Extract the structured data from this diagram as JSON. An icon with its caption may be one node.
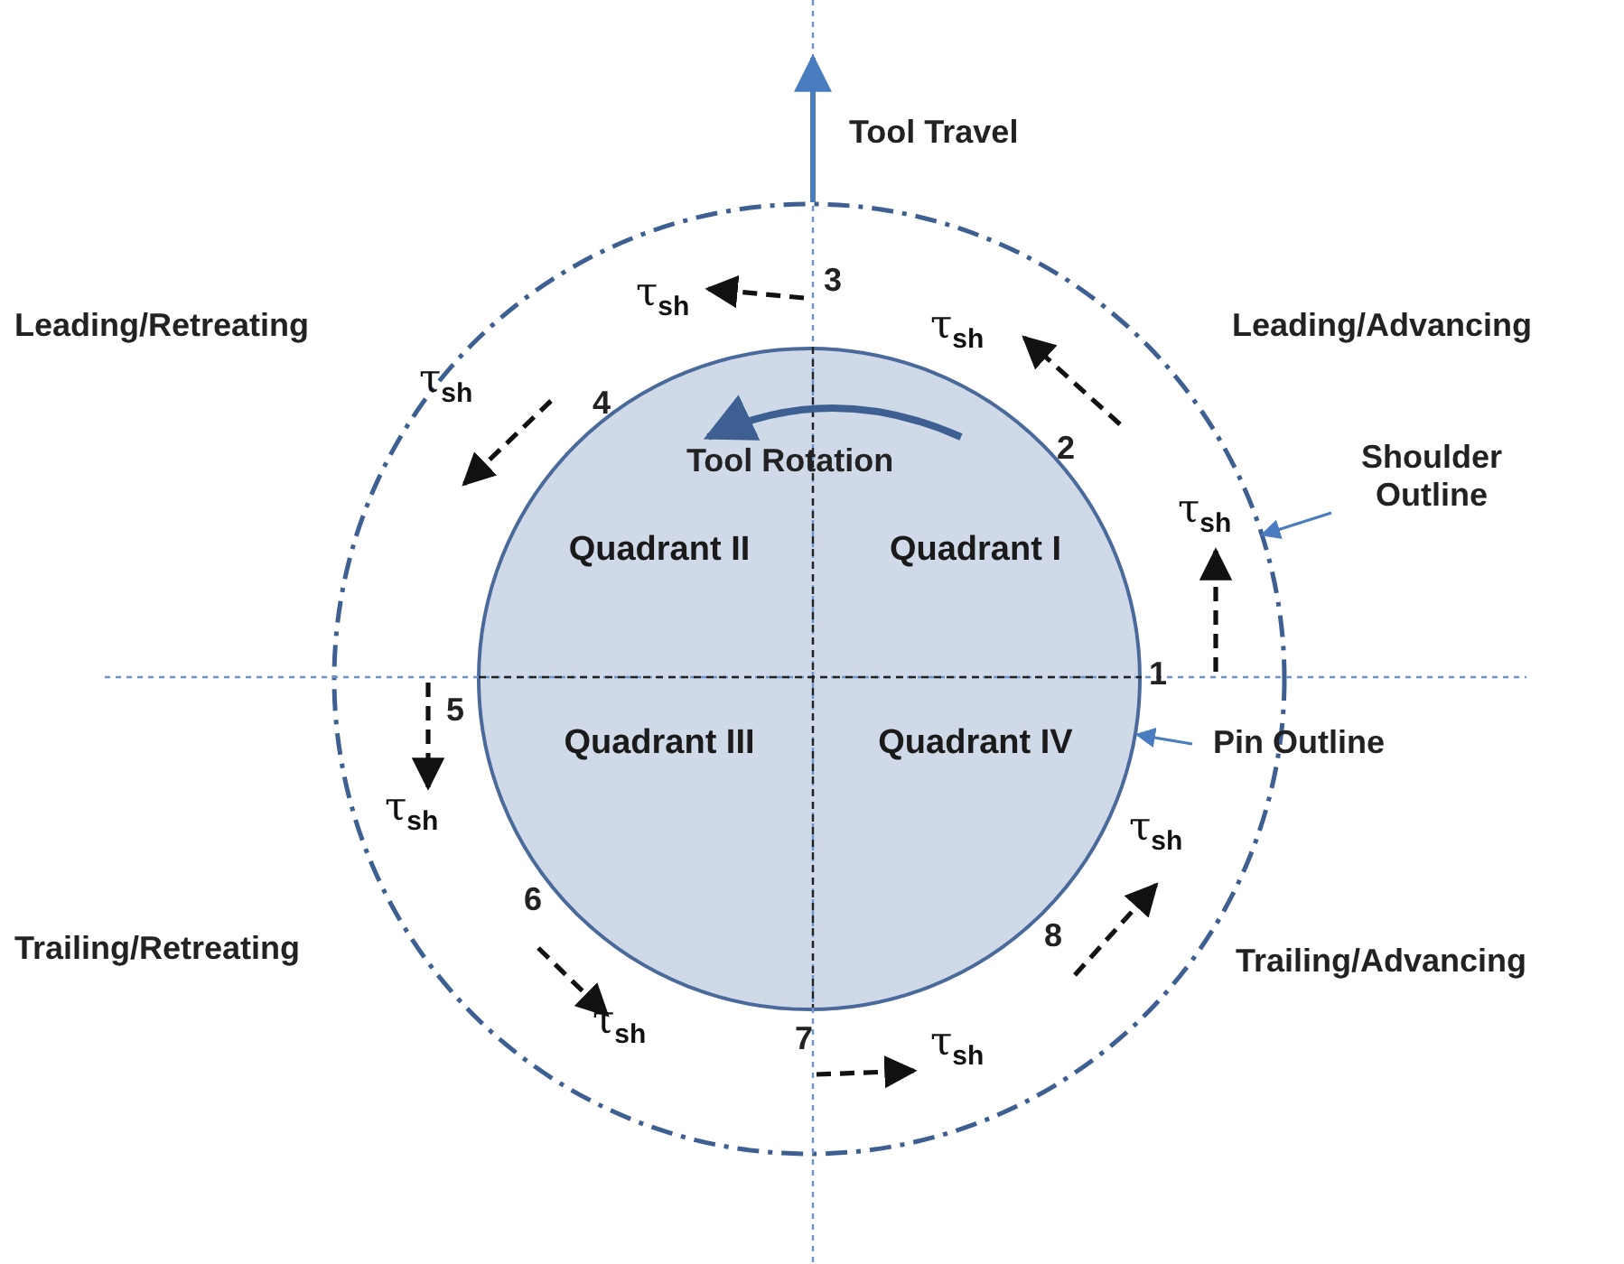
{
  "diagram": {
    "nodes": [
      {
        "text": [],
        "shape": "circle"
      },
      {
        "text": [],
        "shape": "circle",
        "in": 0
      },
      {
        "text": [
          "Shoulder Outline"
        ]
      },
      {
        "text": [
          "Pin Outline"
        ]
      }
    ],
    "edges": [
      {
        "from": 2,
        "to": 0,
        "arrow": "to"
      },
      {
        "from": 3,
        "to": 1,
        "arrow": "to"
      }
    ],
    "labels": [
      "Tool Travel",
      "Leading/Retreating",
      "τ$_{sh}$",
      "3",
      "τ$_{sh}$",
      "Leading/Advancing",
      "τ$_{sh}$",
      "4",
      "Tool Rotation",
      "2",
      "Quadrant II",
      "Quadrant I",
      "τ$_{sh}$",
      "1",
      "5",
      "Quadrant III",
      "Quadrant IV",
      "τ$_{sh}$",
      "τ$_{sh}$",
      "6",
      "Trailing/Retreating",
      "8",
      "Trailing/Advancing",
      "τ$_{sh}$",
      "7",
      "τ$_{sh}$"
    ]
  }
}
